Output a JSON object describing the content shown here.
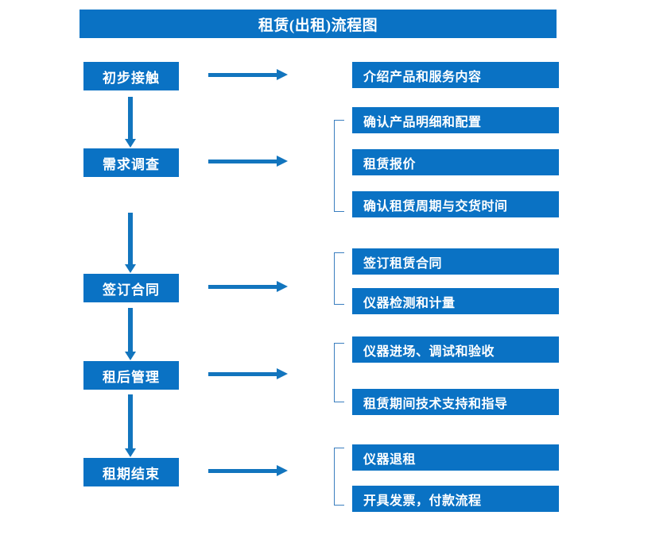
{
  "title": "租赁(出租)流程图",
  "colors": {
    "box_blue": "#0a72c4",
    "arrow_blue": "#1275be",
    "bracket_blue": "#3a7ebf",
    "text_white": "#ffffff",
    "background": "#ffffff"
  },
  "stages": [
    {
      "label": "初步接触"
    },
    {
      "label": "需求调查"
    },
    {
      "label": "签订合同"
    },
    {
      "label": "租后管理"
    },
    {
      "label": "租期结束"
    }
  ],
  "details": [
    {
      "label": "介绍产品和服务内容"
    },
    {
      "label": "确认产品明细和配置"
    },
    {
      "label": "租赁报价"
    },
    {
      "label": "确认租赁周期与交货时间"
    },
    {
      "label": "签订租赁合同"
    },
    {
      "label": "仪器检测和计量"
    },
    {
      "label": "仪器进场、调试和验收"
    },
    {
      "label": "租赁期间技术支持和指导"
    },
    {
      "label": "仪器退租"
    },
    {
      "label": "开具发票，付款流程"
    }
  ],
  "chart_data": {
    "type": "flowchart",
    "title": "租赁(出租)流程图",
    "orientation": "vertical-with-branches",
    "nodes": [
      {
        "stage": "初步接触",
        "outputs": [
          "介绍产品和服务内容"
        ]
      },
      {
        "stage": "需求调查",
        "outputs": [
          "确认产品明细和配置",
          "租赁报价",
          "确认租赁周期与交货时间"
        ]
      },
      {
        "stage": "签订合同",
        "outputs": [
          "签订租赁合同",
          "仪器检测和计量"
        ]
      },
      {
        "stage": "租后管理",
        "outputs": [
          "仪器进场、调试和验收",
          "租赁期间技术支持和指导"
        ]
      },
      {
        "stage": "租期结束",
        "outputs": [
          "仪器退租",
          "开具发票，付款流程"
        ]
      }
    ],
    "edges": [
      {
        "from": "初步接触",
        "to": "需求调查",
        "direction": "down"
      },
      {
        "from": "需求调查",
        "to": "签订合同",
        "direction": "down"
      },
      {
        "from": "签订合同",
        "to": "租后管理",
        "direction": "down"
      },
      {
        "from": "租后管理",
        "to": "租期结束",
        "direction": "down"
      }
    ]
  }
}
